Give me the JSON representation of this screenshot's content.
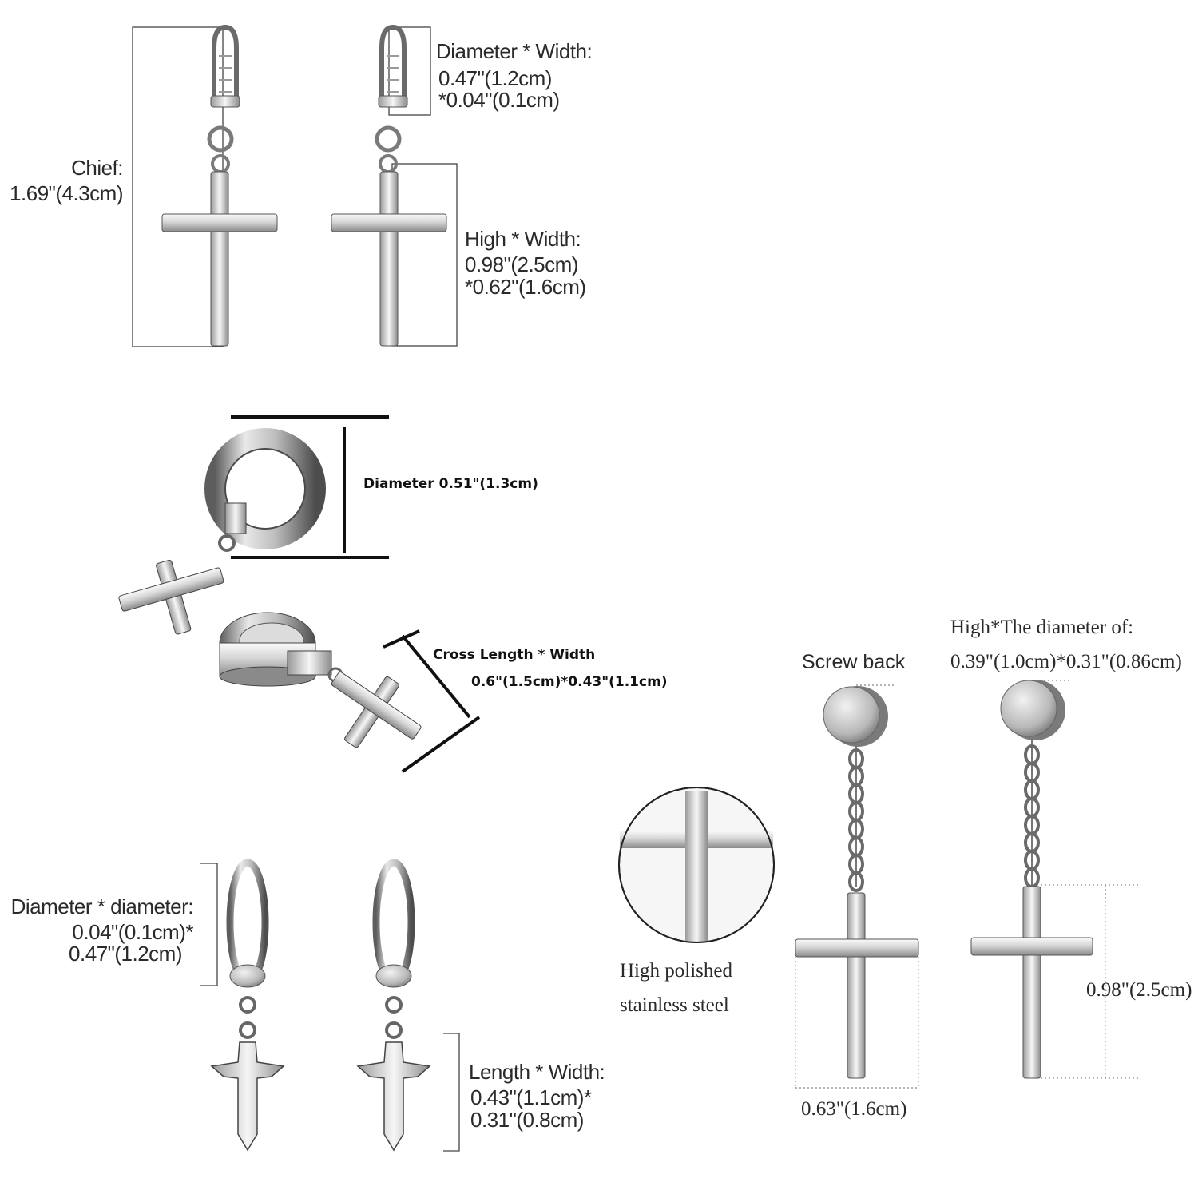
{
  "panel1": {
    "overall_label": "Chief:",
    "overall_value": "1.69\"(4.3cm)",
    "hoop_label": "Diameter * Width:",
    "hoop_value_1": "0.47\"(1.2cm)",
    "hoop_value_2": "*0.04\"(0.1cm)",
    "cross_label": "High * Width:",
    "cross_value_1": "0.98\"(2.5cm)",
    "cross_value_2": "*0.62\"(1.6cm)"
  },
  "panel2": {
    "hoop_diameter": "Diameter 0.51\"(1.3cm)",
    "cross_label": "Cross Length * Width",
    "cross_value": "0.6\"(1.5cm)*0.43\"(1.1cm)"
  },
  "panel3": {
    "ring_label": "Diameter * diameter:",
    "ring_value_1": "0.04\"(0.1cm)*",
    "ring_value_2": "0.47\"(1.2cm)",
    "cross_label": "Length * Width:",
    "cross_value_1": "0.43\"(1.1cm)*",
    "cross_value_2": "0.31\"(0.8cm)"
  },
  "panel4": {
    "screw_back": "Screw back",
    "stud_label": "High*The diameter of:",
    "stud_value": "0.39\"(1.0cm)*0.31\"(0.86cm)",
    "polish_1": "High polished",
    "polish_2": "stainless steel",
    "cross_height": "0.98\"(2.5cm)",
    "cross_width": "0.63\"(1.6cm)"
  },
  "colors": {
    "metal_light": "#f4f4f4",
    "metal_mid": "#c9c9c9",
    "metal_dark": "#6f6f6f",
    "outline": "#3a3a3a"
  }
}
